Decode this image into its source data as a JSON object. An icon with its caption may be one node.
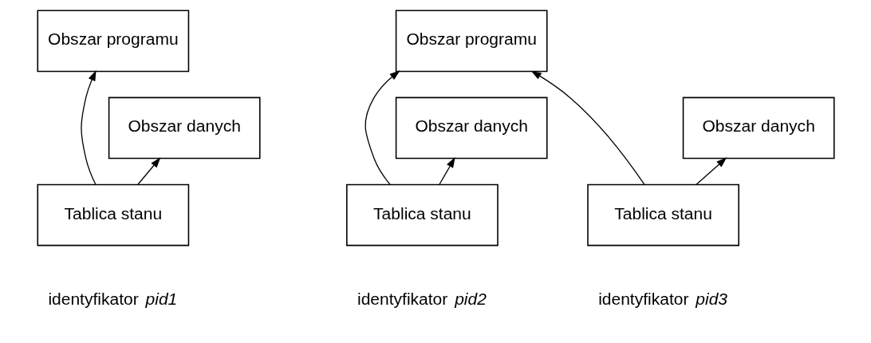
{
  "diagram": {
    "nodes": [
      {
        "text": [
          "Obszar programu"
        ]
      },
      {
        "text": [
          "Obszar danych"
        ]
      },
      {
        "text": [
          "Tablica stanu"
        ]
      },
      {
        "text": [
          "Obszar programu"
        ]
      },
      {
        "text": [
          "Obszar danych"
        ]
      },
      {
        "text": [
          "Tablica stanu"
        ]
      },
      {
        "text": [
          "Obszar danych"
        ]
      },
      {
        "text": [
          "Tablica stanu"
        ]
      }
    ],
    "edges": [
      {
        "from": 2,
        "to": 0,
        "arrow": "to"
      },
      {
        "from": 2,
        "to": 1,
        "arrow": "to"
      },
      {
        "from": 5,
        "to": 3,
        "arrow": "to"
      },
      {
        "from": 5,
        "to": 4,
        "arrow": "to"
      },
      {
        "from": 7,
        "to": 3,
        "arrow": "to"
      },
      {
        "from": 7,
        "to": 6,
        "arrow": "to"
      }
    ],
    "labels": [
      "identyfikator *pid1*",
      "identyfikator *pid2*",
      "identyfikator *pid3*"
    ]
  }
}
